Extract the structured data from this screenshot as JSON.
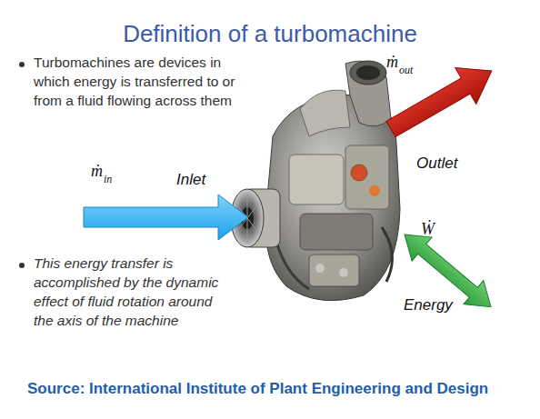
{
  "diagram": {
    "title": "Definition of a turbomachine",
    "caption": "Source: International Institute of Plant Engineering and Design",
    "labels": [
      "Turbomachines are devices in which energy is transferred to or from a fluid flowing across them",
      "This energy transfer is accomplished by the dynamic effect of fluid rotation around the axis of the machine",
      "ṁ",
      "in",
      "Inlet",
      "ṁ",
      "out",
      "Outlet",
      "Ẇ",
      "Energy"
    ]
  }
}
